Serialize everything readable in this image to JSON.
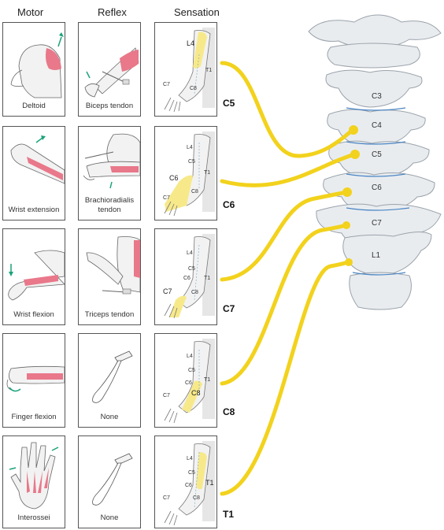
{
  "headers": {
    "motor": "Motor",
    "reflex": "Reflex",
    "sensation": "Sensation"
  },
  "rows": [
    {
      "level": "C5",
      "motor": "Deltoid",
      "reflex": "Biceps tendon",
      "dermatomes": [
        "L4",
        "T1",
        "C7",
        "C8"
      ]
    },
    {
      "level": "C6",
      "motor": "Wrist extension",
      "reflex": "Brachioradialis tendon",
      "dermatomes": [
        "L4",
        "C5",
        "T1",
        "C6",
        "C7",
        "C8"
      ]
    },
    {
      "level": "C7",
      "motor": "Wrist flexion",
      "reflex": "Triceps tendon",
      "dermatomes": [
        "L4",
        "C5",
        "T1",
        "C6",
        "C7",
        "C8"
      ]
    },
    {
      "level": "C8",
      "motor": "Finger flexion",
      "reflex": "None",
      "dermatomes": [
        "L4",
        "C5",
        "C6",
        "T1",
        "C7",
        "C8"
      ]
    },
    {
      "level": "T1",
      "motor": "Interossei",
      "reflex": "None",
      "dermatomes": [
        "L4",
        "C5",
        "C6",
        "T1",
        "C7",
        "C8"
      ]
    }
  ],
  "vertebrae": [
    "C3",
    "C4",
    "C5",
    "C6",
    "C7",
    "L1"
  ],
  "colors": {
    "nerve": "#f2d21c",
    "muscle": "#e8788a",
    "dermatome": "#f7e98a",
    "bone": "#e9ecef",
    "arrow": "#1aa37a",
    "border": "#555555"
  }
}
